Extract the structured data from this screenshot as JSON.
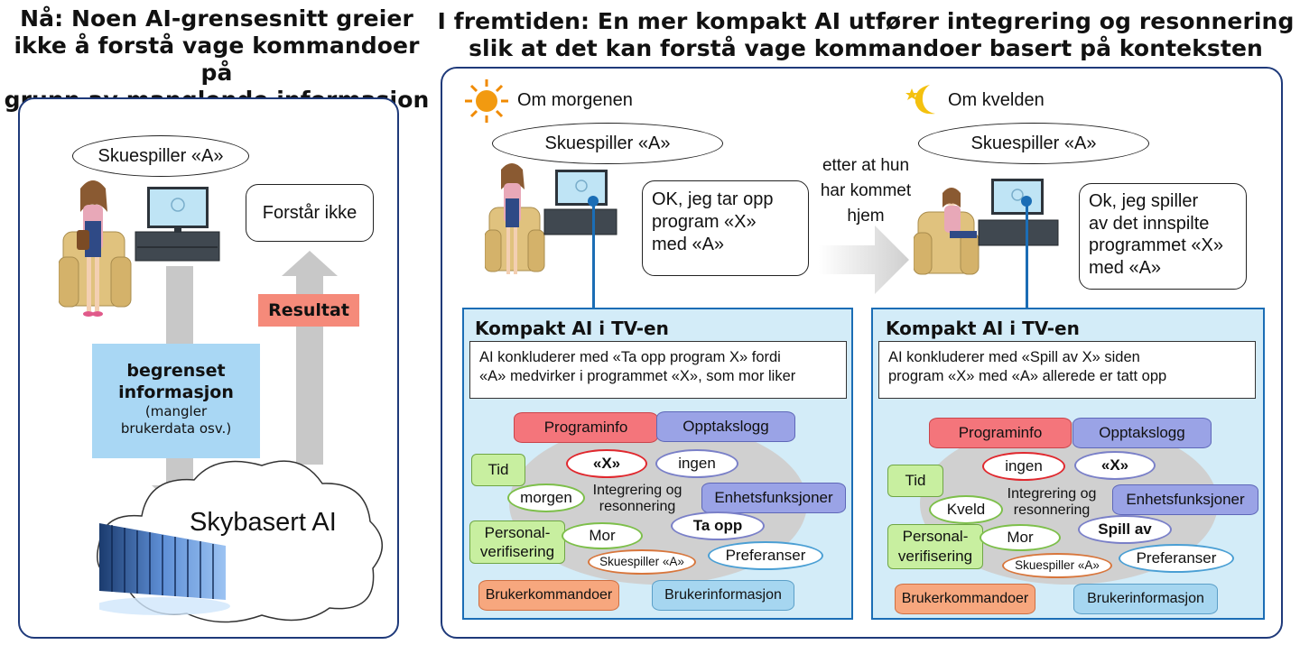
{
  "left": {
    "heading": [
      "Nå: Noen AI-grensesnitt greier",
      "ikke å forstå vage kommandoer på",
      "grunn av manglende informasjon"
    ],
    "speech": "Skuespiller «A»",
    "reply": "Forstår ikke",
    "limited": {
      "title": [
        "begrenset",
        "informasjon"
      ],
      "note": [
        "(mangler",
        "brukerdata osv.)"
      ]
    },
    "result_label": "Resultat",
    "cloud_label": "Skybasert AI"
  },
  "right": {
    "heading": [
      "I fremtiden: En mer kompakt AI utfører integrering og resonnering",
      "slik at det kan forstå vage kommandoer basert på konteksten"
    ],
    "transition": [
      "etter at hun",
      "har kommet",
      "hjem"
    ],
    "morning": {
      "label": "Om morgenen",
      "speech": "Skuespiller «A»",
      "reply": [
        "OK, jeg tar opp",
        "program «X»",
        "med «A»"
      ],
      "box_title": "Kompakt AI i TV-en",
      "explain": [
        "AI konkluderer med «Ta opp program X» fordi",
        "«A» medvirker i programmet «X», som mor liker"
      ],
      "program_info": "Programinfo",
      "recording_log": "Opptakslogg",
      "program_value": "«X»",
      "log_value": "ingen",
      "time_label": "Tid",
      "time_value": "morgen",
      "integration": [
        "Integrering og",
        "resonnering"
      ],
      "device_functions": "Enhetsfunksjoner",
      "action": "Ta opp",
      "personal": [
        "Personal-",
        "verifisering"
      ],
      "person_value": "Mor",
      "actor_value": "Skuespiller «A»",
      "preference": "Preferanser",
      "user_commands": "Brukerkommandoer",
      "user_info": "Brukerinformasjon"
    },
    "evening": {
      "label": "Om kvelden",
      "speech": "Skuespiller «A»",
      "reply": [
        "Ok, jeg spiller",
        "av det innspilte",
        "programmet «X»",
        "med «A»"
      ],
      "box_title": "Kompakt AI i TV-en",
      "explain": [
        "AI konkluderer med «Spill av X» siden",
        "program «X» med «A» allerede er tatt opp"
      ],
      "program_info": "Programinfo",
      "recording_log": "Opptakslogg",
      "program_value": "ingen",
      "log_value": "«X»",
      "time_label": "Tid",
      "time_value": "Kveld",
      "integration": [
        "Integrering og",
        "resonnering"
      ],
      "device_functions": "Enhetsfunksjoner",
      "action": "Spill av",
      "personal": [
        "Personal-",
        "verifisering"
      ],
      "person_value": "Mor",
      "actor_value": "Skuespiller «A»",
      "preference": "Preferanser",
      "user_commands": "Brukerkommandoer",
      "user_info": "Brukerinformasjon"
    }
  }
}
